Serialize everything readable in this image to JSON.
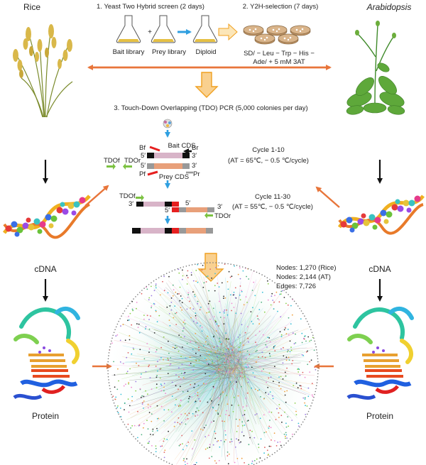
{
  "species": {
    "left": "Rice",
    "right": "Arabidopsis"
  },
  "steps": {
    "step1": "1. Yeast Two  Hybrid screen (2 days)",
    "step2": "2. Y2H-selection  (7 days)",
    "step3": "3. Touch-Down Overlapping  (TDO) PCR (5,000 colonies per day)"
  },
  "flask_labels": {
    "bait": "Bait library",
    "prey": "Prey library",
    "diploid": "Diploid",
    "plus": "+"
  },
  "selection_media": {
    "line1": "SD/ − Leu − Trp − His −",
    "line2": "Ade/ + 5 mM  3AT"
  },
  "pcr": {
    "primers": {
      "bf": "Bf",
      "br": "Br",
      "pf": "Pf",
      "pr": "Pr",
      "tdof": "TDOf",
      "tdor": "TDOr"
    },
    "bait_cds": "Bait  CDS",
    "prey_cds": "Prey  CDS",
    "prime5": "5′",
    "prime3": "3′",
    "cycle1_title": "Cycle 1-10",
    "cycle1_cond": "(AT = 65℃,  − 0.5 ℃/cycle)",
    "cycle2_title": "Cycle 11-30",
    "cycle2_cond": "(AT = 55℃,  − 0.5 ℃/cycle)"
  },
  "labels": {
    "cdna_left": "cDNA",
    "cdna_right": "cDNA",
    "protein_left": "Protein",
    "protein_right": "Protein"
  },
  "network_stats": {
    "nodes_rice": "Nodes: 1,270 (Rice)",
    "nodes_at": "Nodes: 2,144 (AT)",
    "edges": "Edges: 7,726"
  },
  "colors": {
    "orange_arrow": "#e8753a",
    "blue_arrow": "#2f9fe0",
    "big_arrow_fill": "#f9d08f",
    "big_arrow_stroke": "#f0a020",
    "bait_segment": "#d8b4c8",
    "prey_segment": "#e8a07a",
    "red_block": "#e62020",
    "primer_red": "#e62020",
    "primer_green": "#7cc242",
    "network_core": "#35c0d8"
  }
}
